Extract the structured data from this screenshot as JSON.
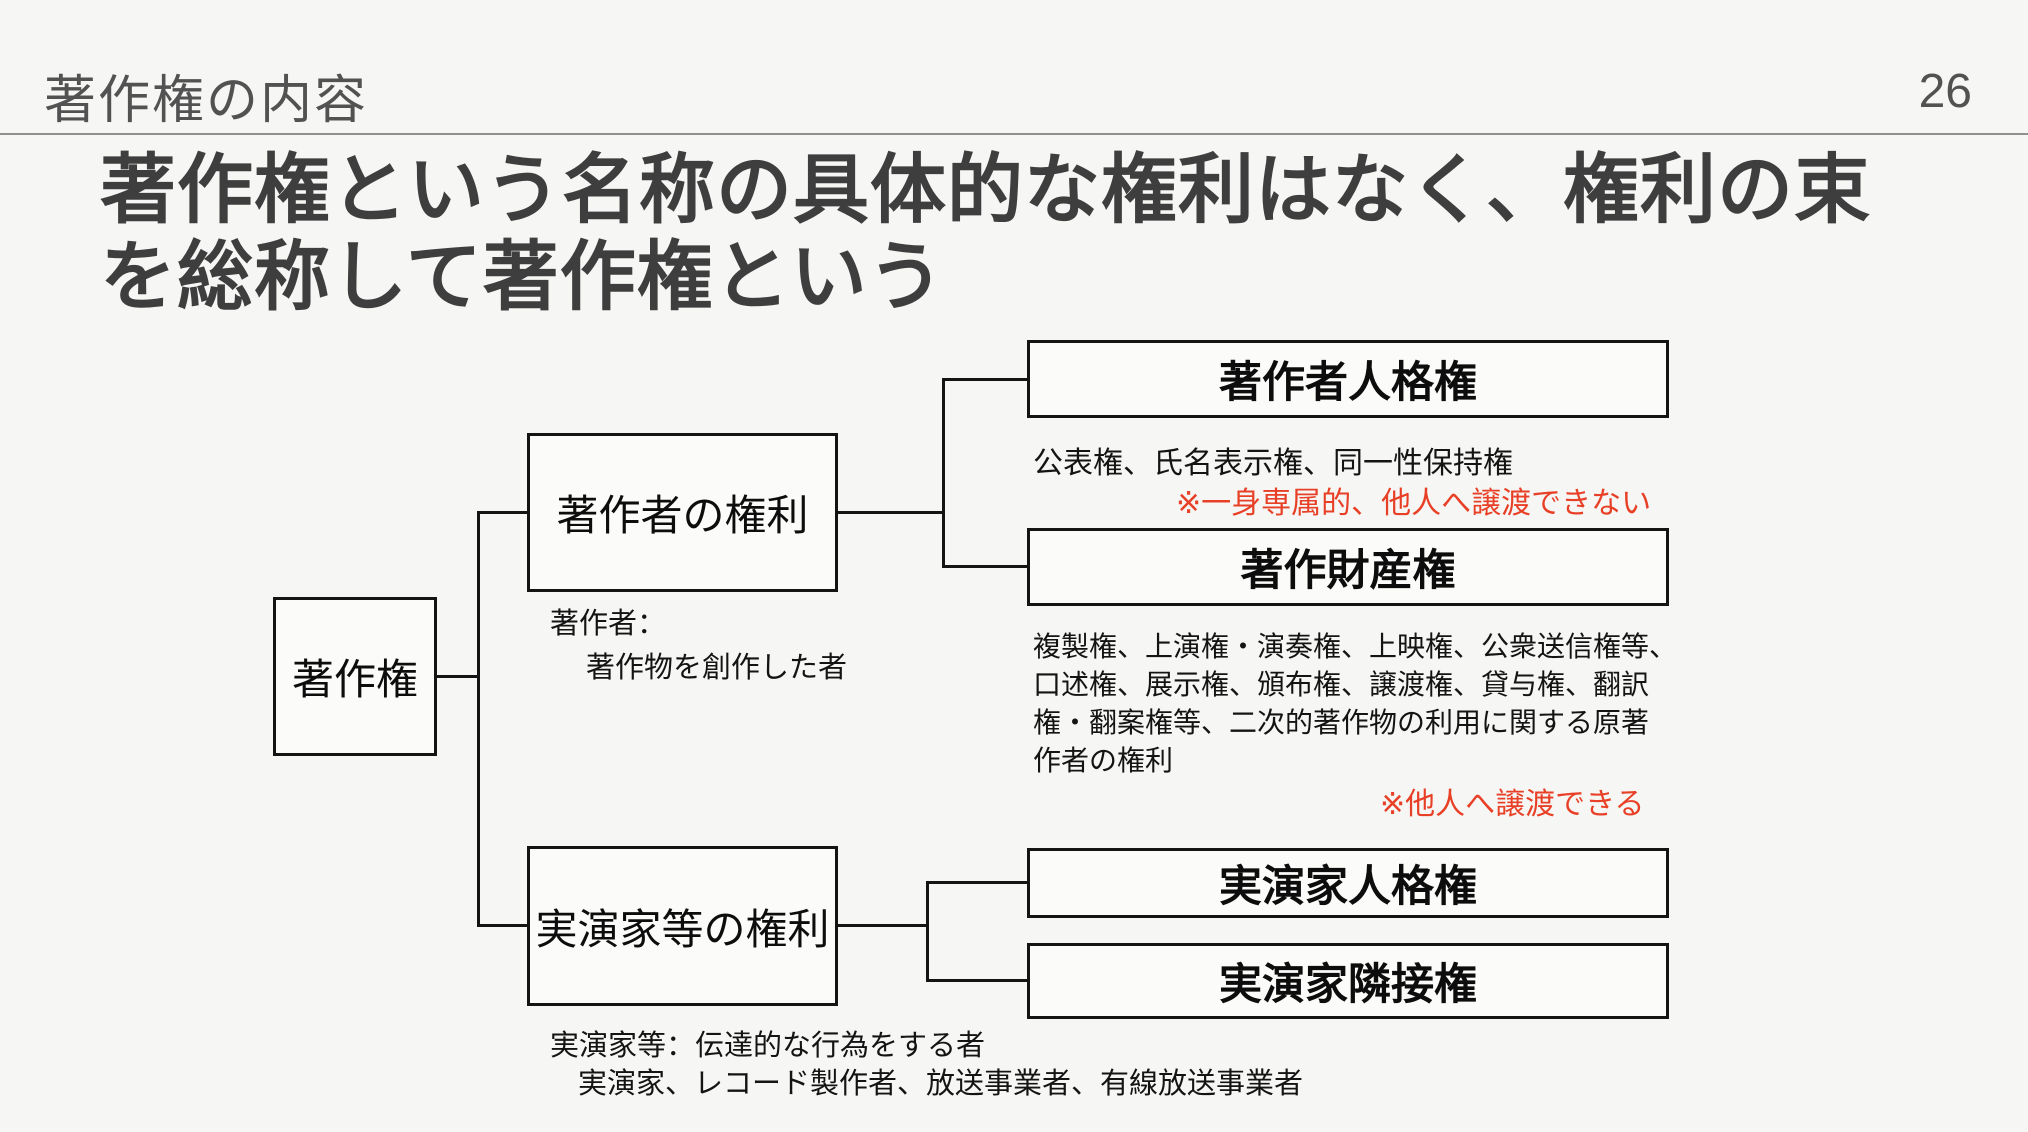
{
  "header": {
    "title": "著作権の内容",
    "page_number": "26"
  },
  "heading": {
    "text": "著作権という名称の具体的な権利はなく、権利の束\nを総称して著作権という"
  },
  "diagram": {
    "root": {
      "label": "著作権"
    },
    "branches": {
      "author": {
        "label": "著作者の権利",
        "note_label": "著作者：",
        "note_detail": "著作物を創作した者",
        "children": {
          "moral": {
            "label": "著作者人格権",
            "description": "公表権、氏名表示権、同一性保持権",
            "warning": "※一身専属的、他人へ譲渡できない"
          },
          "property": {
            "label": "著作財産権",
            "description": "複製権、上演権・演奏権、上映権、公衆送信権等、\n口述権、展示権、頒布権、譲渡権、貸与権、翻訳\n権・翻案権等、二次的著作物の利用に関する原著\n作者の権利",
            "warning": "※他人へ譲渡できる"
          }
        }
      },
      "performer": {
        "label": "実演家等の権利",
        "note_label": "実演家等：伝達的な行為をする者",
        "note_detail": "実演家、レコード製作者、放送事業者、有線放送事業者",
        "children": {
          "moral": {
            "label": "実演家人格権"
          },
          "neighboring": {
            "label": "実演家隣接権"
          }
        }
      }
    }
  },
  "colors": {
    "accent_red": "#e84026",
    "heading_gray": "#3e3e3e",
    "line_black": "#141414",
    "background": "#f6f6f4"
  }
}
